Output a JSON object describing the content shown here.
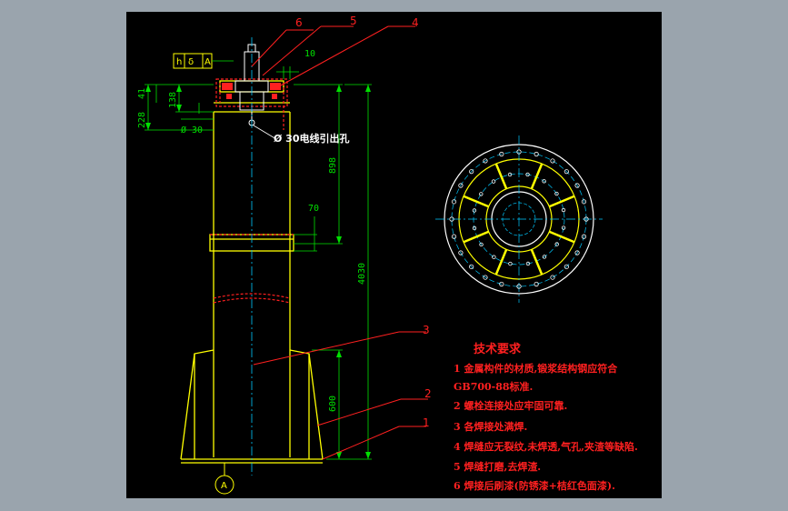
{
  "drawing": {
    "tolerance_frame": {
      "symbol": "h",
      "value": "δ",
      "datum": "A"
    },
    "part_labels": [
      "6",
      "5",
      "4",
      "3",
      "2",
      "1"
    ],
    "dimensions": {
      "d_10": "10",
      "d_228": "228",
      "d_41": "41",
      "d_138": "138",
      "d_30": "Ø 30",
      "d_898": "898",
      "d_70": "70",
      "d_4030": "4030",
      "d_600": "600"
    },
    "hole_note": "Ø 30电线引出孔",
    "datum_label": "A"
  },
  "tech_requirements": {
    "title": "技术要求",
    "items": [
      "1  金属构件的材质,锻浆结构钢应符合",
      "GB700-88标准.",
      "2  螺栓连接处应牢固可靠.",
      "3  各焊接处满焊.",
      "4  焊缝应无裂纹,未焊透,气孔,夹渣等缺陷.",
      "5  焊缝打磨,去焊渣.",
      "6  焊接后刷漆(防锈漆+桔红色面漆)."
    ]
  },
  "colors": {
    "background": "#9aa4ad",
    "canvas": "#000000",
    "outline": "#ffff00",
    "dimension": "#00e000",
    "leader": "#ff2020",
    "centerline": "#00c8ff",
    "white": "#ffffff"
  }
}
